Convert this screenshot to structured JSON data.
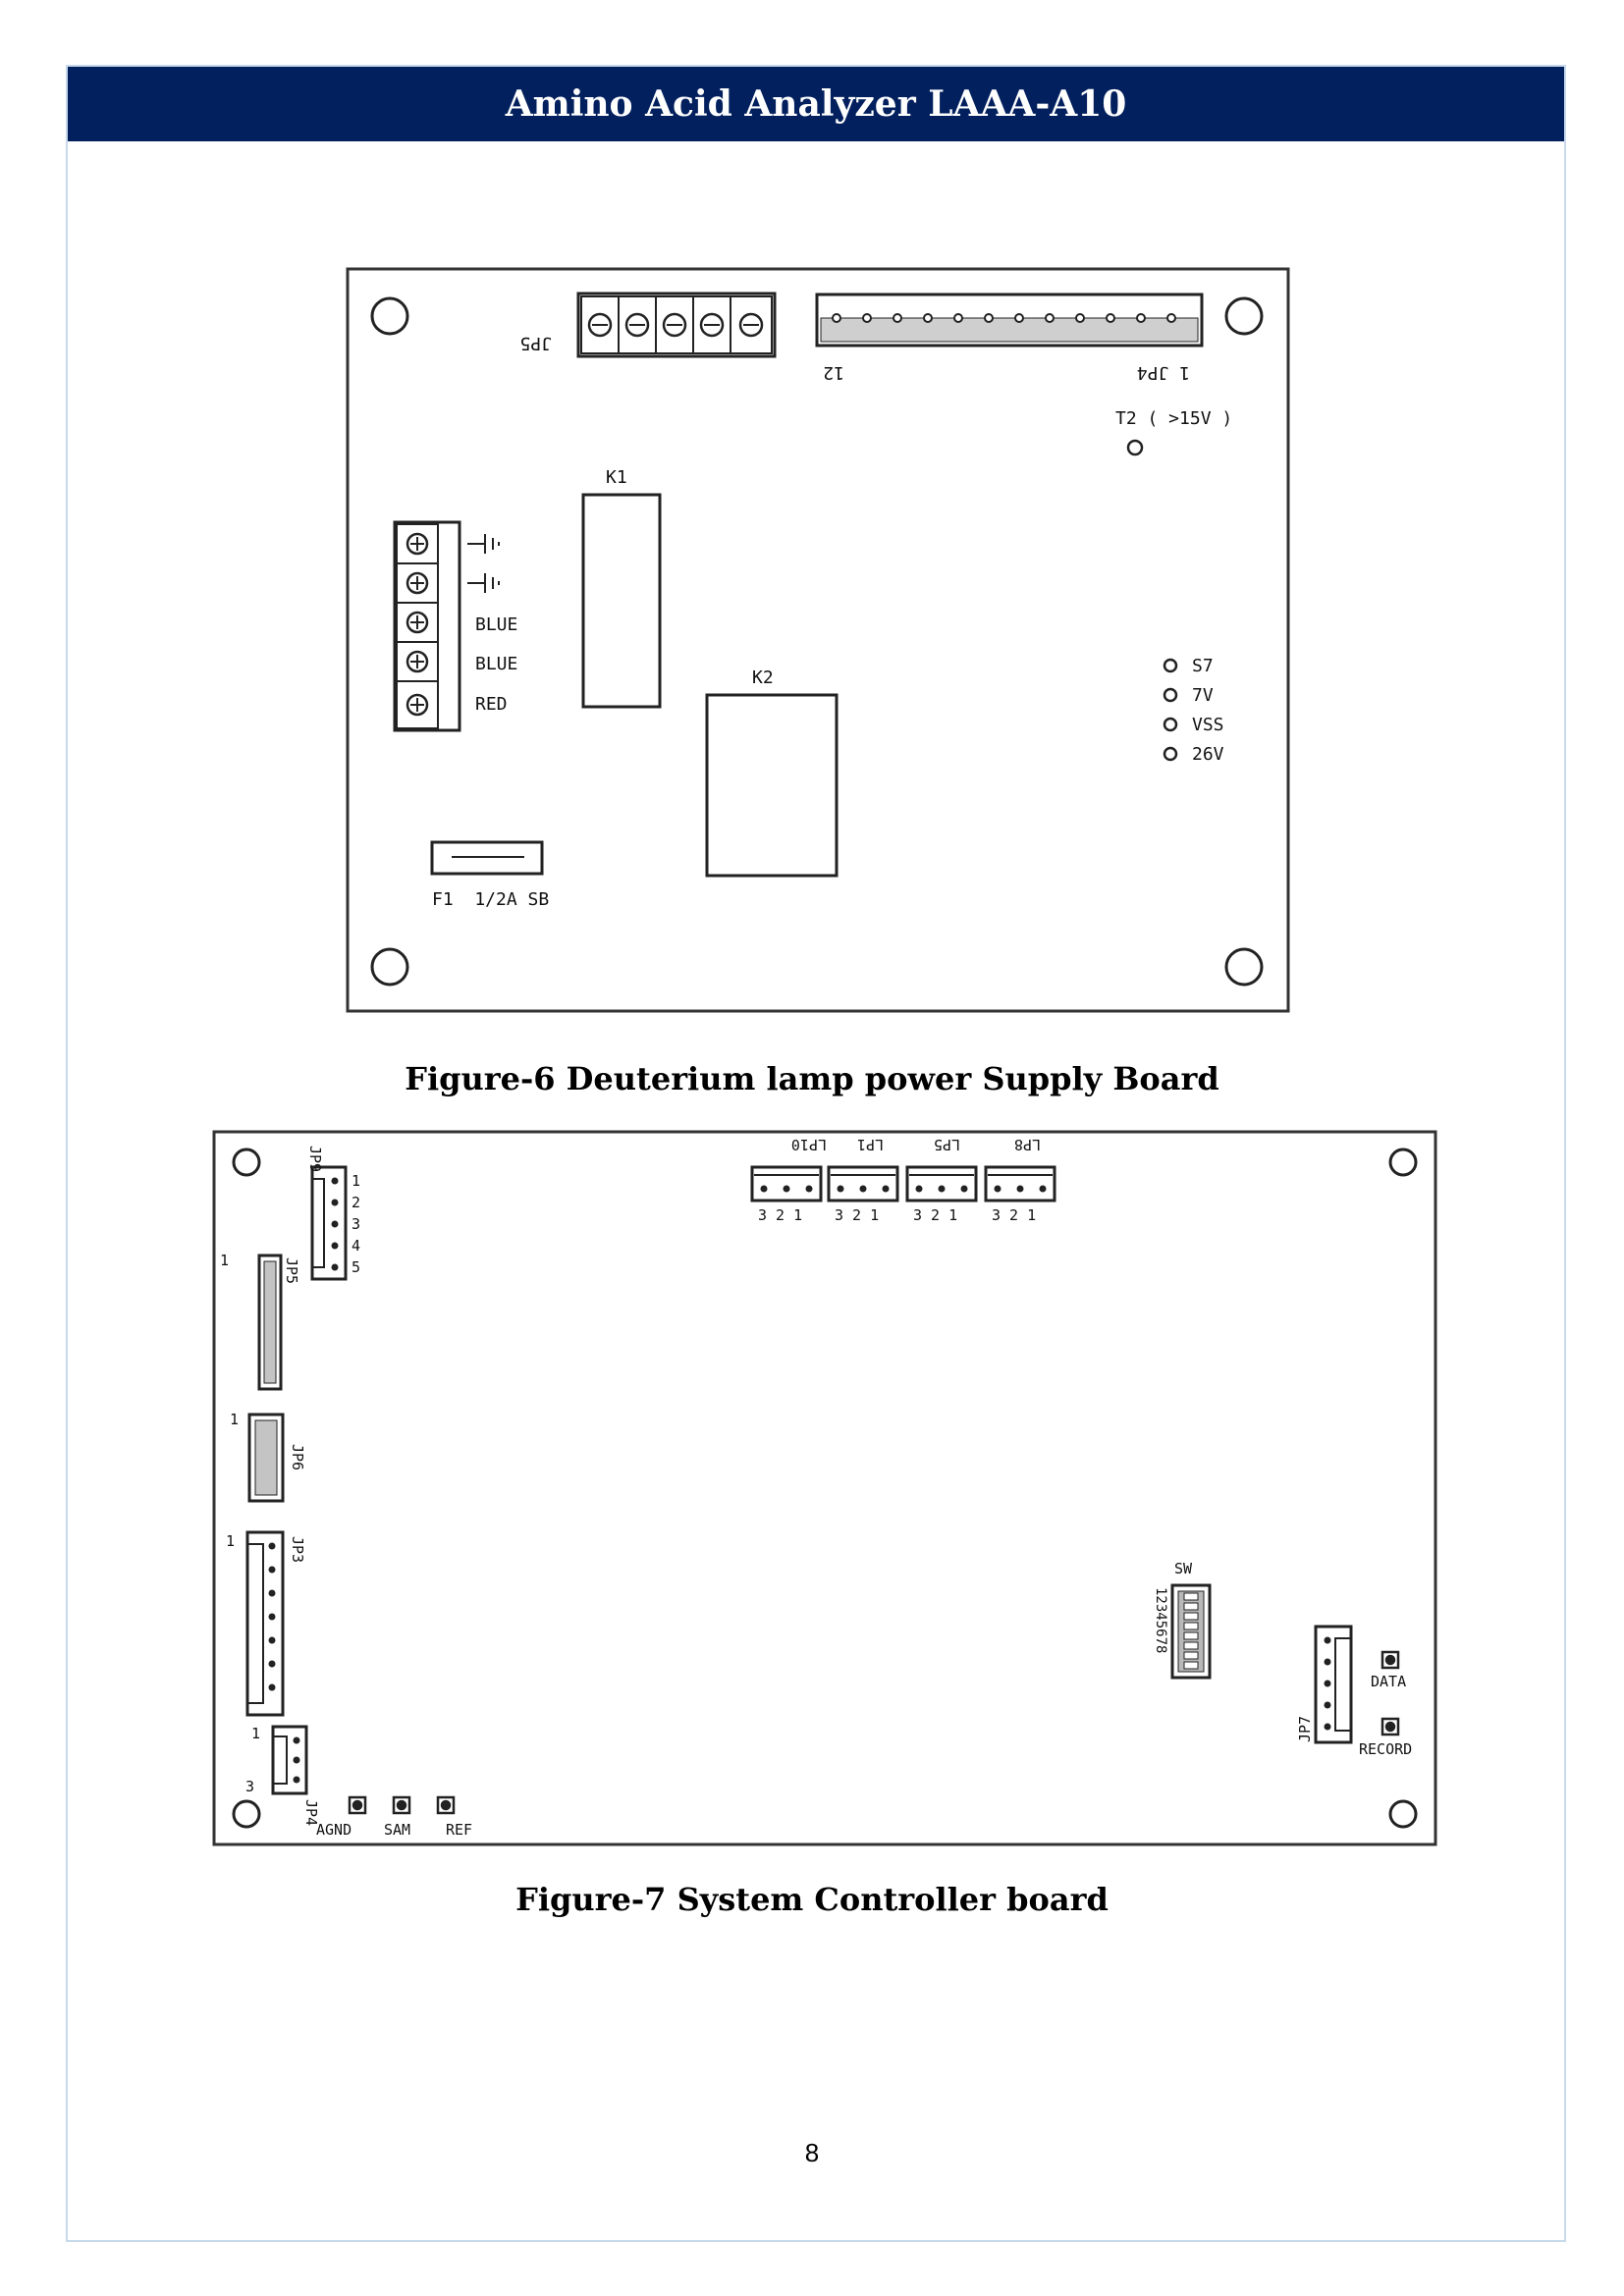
{
  "header": {
    "title": "Amino Acid Analyzer LAAA-A10"
  },
  "figure6": {
    "caption": "Figure-6 Deuterium lamp power Supply Board",
    "labels": {
      "jp5": "JP5",
      "pin12": "12",
      "jp4_pin1": "1 JP4",
      "t2": "T2 ( >15V )",
      "k1": "K1",
      "k2": "K2",
      "blue1": "BLUE",
      "blue2": "BLUE",
      "red": "RED",
      "s7": "S7",
      "v7": "7V",
      "vss": "VSS",
      "v26": "26V",
      "fuse": "F1  1/2A SB"
    }
  },
  "figure7": {
    "caption": "Figure-7 System Controller board",
    "labels": {
      "jp9": "JP9",
      "jp5": "JP5",
      "jp6": "JP6",
      "jp3": "JP3",
      "jp4": "JP4",
      "jp7": "JP7",
      "lp10": "LP10",
      "lp1": "LP1",
      "lp5": "LP5",
      "lp8": "LP8",
      "pins_321": "3 2 1",
      "jp9_pins": [
        "1",
        "2",
        "3",
        "4",
        "5"
      ],
      "pin1": "1",
      "pin3": "3",
      "sw": "SW",
      "sw_pins": "12345678",
      "data": "DATA",
      "record": "RECORD",
      "agnd": "AGND",
      "sam": "SAM",
      "ref": "REF"
    }
  },
  "page": {
    "number": "8"
  }
}
